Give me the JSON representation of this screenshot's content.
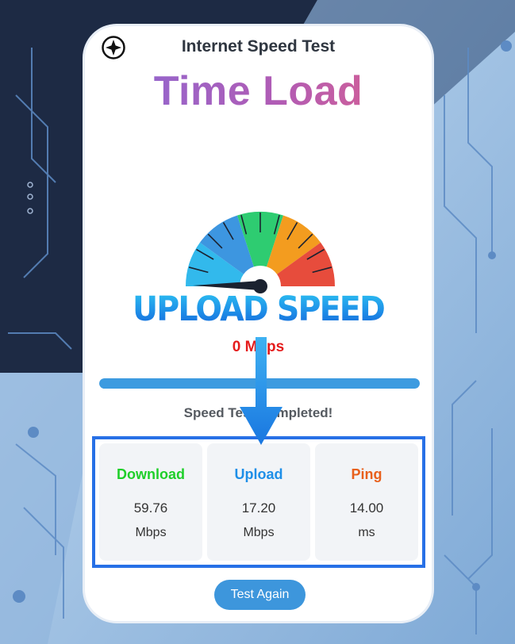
{
  "header": {
    "title": "Internet Speed Test",
    "compass_icon": "compass-icon"
  },
  "brand": {
    "name": "Time Load"
  },
  "gauge": {
    "label": "UPLOAD SPEED",
    "readout": "0 Mbps",
    "segment_colors": [
      "#32b9ec",
      "#3d96e0",
      "#2ecc71",
      "#f39c1f",
      "#e74c3c"
    ]
  },
  "progress": {
    "value_percent": 100,
    "color": "#3d9be0"
  },
  "status": {
    "text": "Speed Test Completed!"
  },
  "results": [
    {
      "label": "Download",
      "value": "59.76",
      "unit": "Mbps",
      "color": "#1fcf2a"
    },
    {
      "label": "Upload",
      "value": "17.20",
      "unit": "Mbps",
      "color": "#1e8fe8"
    },
    {
      "label": "Ping",
      "value": "14.00",
      "unit": "ms",
      "color": "#e8601c"
    }
  ],
  "actions": {
    "test_again_label": "Test Again"
  },
  "colors": {
    "highlight_border": "#2770e6",
    "arrow": "#1e86e6"
  }
}
